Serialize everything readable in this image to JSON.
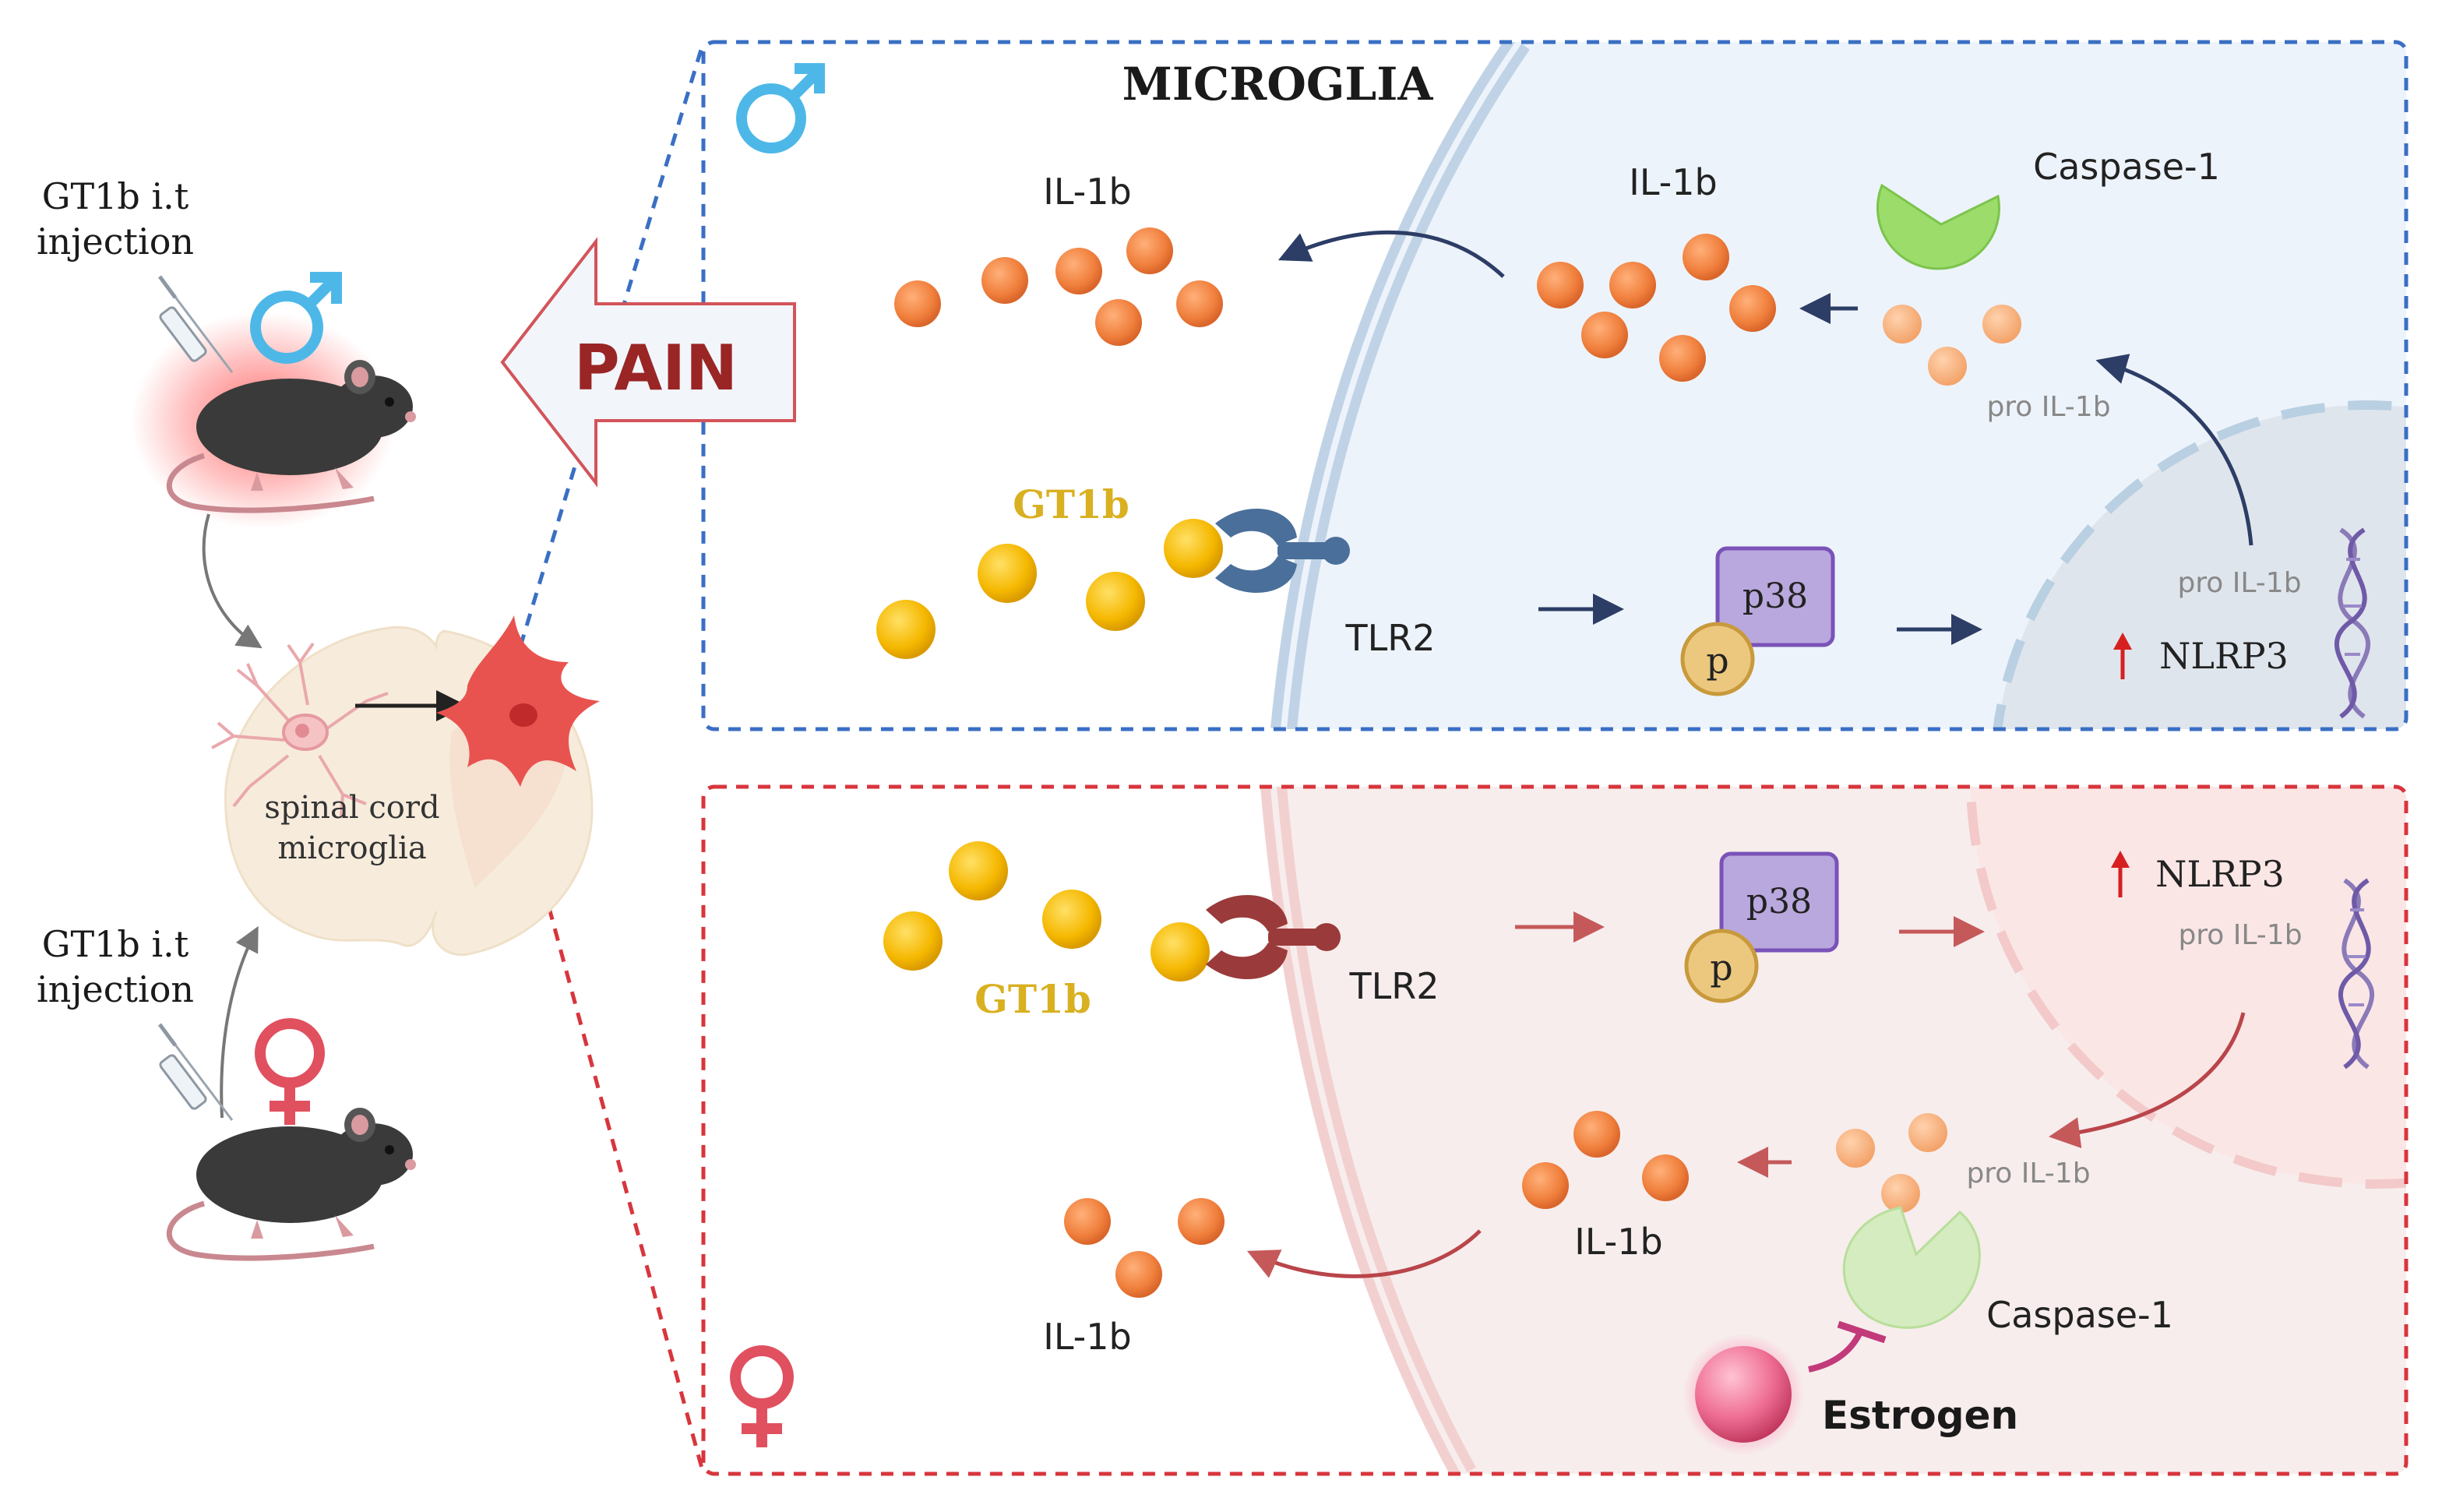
{
  "left_panel": {
    "male_injection": {
      "line1": "GT1b i.t",
      "line2": "injection"
    },
    "female_injection": {
      "line1": "GT1b i.t",
      "line2": "injection"
    },
    "spinal_cord": {
      "line1": "spinal cord",
      "line2": "microglia"
    },
    "pain_label": "PAIN"
  },
  "male_panel": {
    "title": "MICROGLIA",
    "il1b_outside_label": "IL-1b",
    "il1b_inside_label": "IL-1b",
    "caspase_label": "Caspase-1",
    "pro_il1b_cyto_label": "pro IL-1b",
    "gt1b_label": "GT1b",
    "tlr2_label": "TLR2",
    "p38_label": "p38",
    "p_label": "p",
    "pro_il1b_nucleus_label": "pro IL-1b",
    "nlrp3_label": "NLRP3"
  },
  "female_panel": {
    "gt1b_label": "GT1b",
    "tlr2_label": "TLR2",
    "p38_label": "p38",
    "p_label": "p",
    "nlrp3_label": "NLRP3",
    "pro_il1b_nucleus_label": "pro IL-1b",
    "pro_il1b_cyto_label": "pro IL-1b",
    "il1b_inside_label": "IL-1b",
    "il1b_outside_label": "IL-1b",
    "caspase_label": "Caspase-1",
    "estrogen_label": "Estrogen"
  },
  "colors": {
    "male_blue": "#4db8e8",
    "female_red": "#e0505f",
    "male_border": "#3a6fc4",
    "female_border": "#d8353c",
    "il1b_orange": "#f07f3c",
    "gt1b_gold": "#f5b800",
    "pain_text": "#9a2525",
    "male_tlr2": "#4a6f9a",
    "female_tlr2": "#9a3a3a"
  }
}
